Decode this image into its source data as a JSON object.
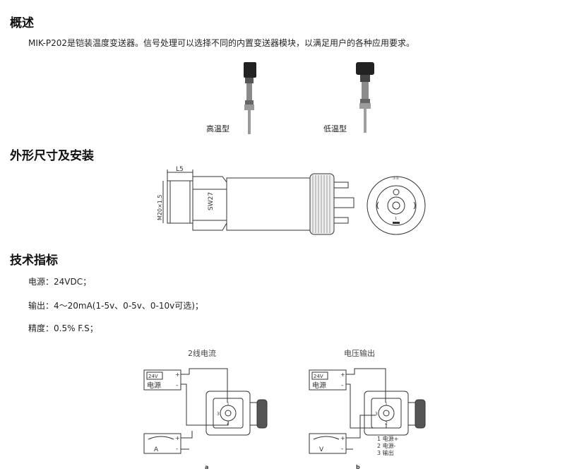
{
  "sections": {
    "overview": {
      "title": "概述",
      "desc": "MIK-P202是铠装温度变送器。信号处理可以选择不同的内置变送器模块，以满足用户的各种应用要求。",
      "photos": [
        {
          "label": "高温型"
        },
        {
          "label": "低温型"
        }
      ]
    },
    "dimensions": {
      "title": "外形尺寸及安装",
      "labels": {
        "l": "L5",
        "thread": "M20×1.5",
        "hex": "SW27",
        "plug_top": "①②",
        "plug_pin": "1"
      }
    },
    "specs": {
      "title": "技术指标",
      "items": [
        "电源：24VDC；",
        "输出：4～20mA(1-5v、0-5v、0-10v可选)；",
        "精度：0.5% F.S；"
      ]
    }
  },
  "wiring": {
    "a": {
      "title": "2线电流",
      "caption": "a",
      "psu_display": "24V",
      "psu_label": "电源",
      "meter_label": "A",
      "term_plus": "+",
      "term_minus": "-"
    },
    "b": {
      "title": "电压输出",
      "caption": "b",
      "psu_display": "24V",
      "psu_label": "电源",
      "meter_label": "V",
      "term_plus": "+",
      "term_minus": "-",
      "legend": [
        "1  电源+",
        "2  电源-",
        "3  输出"
      ]
    },
    "connector": {
      "pin1": "1",
      "pin2": "2",
      "pin3": "3"
    }
  }
}
